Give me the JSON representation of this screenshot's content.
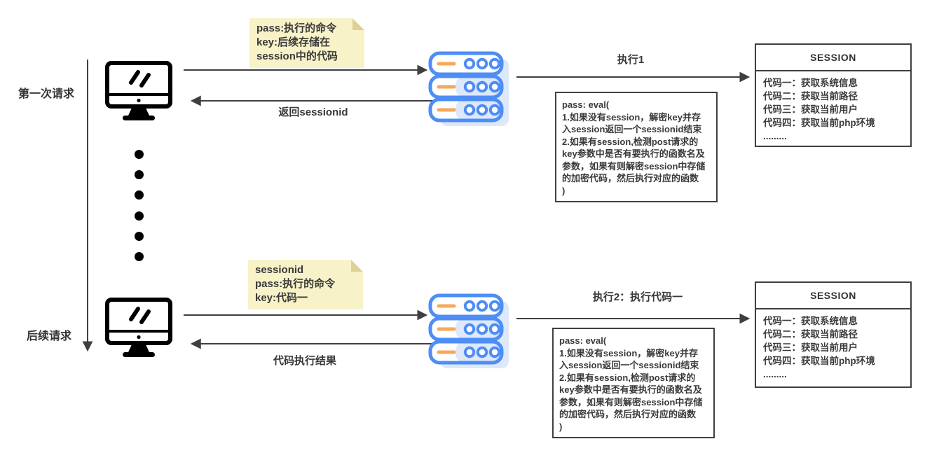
{
  "colors": {
    "line": "#3f3f3f",
    "text": "#3a3a3a",
    "note_bg": "#f8f2c8",
    "note_fold": "#ddd193",
    "server_blue": "#4e8df5",
    "server_light_blue": "#dde8fb",
    "server_orange": "#f6a95d",
    "box_border": "#404040"
  },
  "timeline": {
    "first_request_label": "第一次请求",
    "followup_request_label": "后续请求"
  },
  "flow1": {
    "note_lines": [
      "pass:执行的命令",
      "key:后续存储在",
      "session中的代码"
    ],
    "response_label": "返回sessionid",
    "exec_label": "执行1",
    "eval_lines": [
      "pass: eval(",
      "1.如果没有session，解密key并存",
      "入session返回一个sessionid结束",
      "2.如果有session,检测post请求的",
      "key参数中是否有要执行的函数名及",
      "参数，如果有则解密session中存储",
      "的加密代码，然后执行对应的函数",
      ")"
    ],
    "session": {
      "title": "SESSION",
      "entries": [
        "代码一：获取系统信息",
        "代码二：获取当前路径",
        "代码三：获取当前用户",
        "代码四：获取当前php环境",
        "........."
      ]
    }
  },
  "flow2": {
    "note_lines": [
      "sessionid",
      "pass:执行的命令",
      "key:代码一"
    ],
    "response_label": "代码执行结果",
    "exec_label": "执行2：执行代码一",
    "eval_lines": [
      "pass: eval(",
      "1.如果没有session，解密key并存",
      "入session返回一个sessionid结束",
      "2.如果有session,检测post请求的",
      "key参数中是否有要执行的函数名及",
      "参数，如果有则解密session中存储",
      "的加密代码，然后执行对应的函数",
      ")"
    ],
    "session": {
      "title": "SESSION",
      "entries": [
        "代码一：获取系统信息",
        "代码二：获取当前路径",
        "代码三：获取当前用户",
        "代码四：获取当前php环境",
        "........."
      ]
    }
  }
}
